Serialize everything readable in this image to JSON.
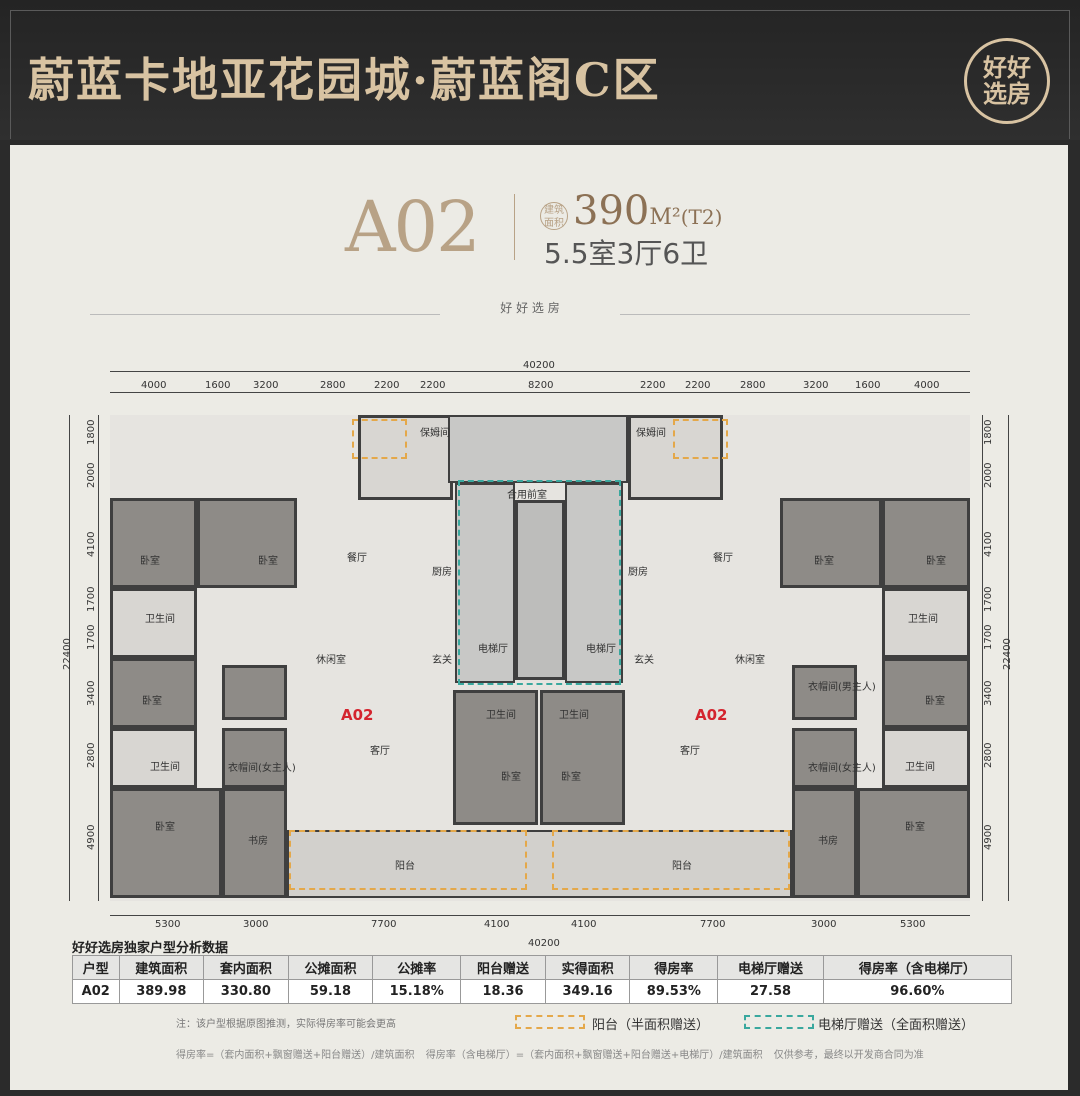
{
  "header": {
    "title": "蔚蓝卡地亚花园城·蔚蓝阁C区",
    "brand_top": "好好",
    "brand_bottom": "选房"
  },
  "unit": {
    "code": "A02",
    "area_label": "建筑面积",
    "area": "390",
    "area_unit": "M²",
    "area_type": "(T2)",
    "layout": "5.5室3厅6卫"
  },
  "panel": {
    "brand_line": "好 好 选 房"
  },
  "plan": {
    "tag_left": "A02",
    "tag_right": "A02",
    "dims_top_total": "40200",
    "dims_top": [
      "4000",
      "1600",
      "3200",
      "2800",
      "2200",
      "2200",
      "8200",
      "2200",
      "2200",
      "2800",
      "3200",
      "1600",
      "4000"
    ],
    "dims_bottom_total": "40200",
    "dims_bottom": [
      "5300",
      "3000",
      "7700",
      "4100",
      "4100",
      "7700",
      "3000",
      "5300"
    ],
    "dims_left_total": "22400",
    "dims_left": [
      "1800",
      "2000",
      "4100",
      "1700",
      "1700",
      "3400",
      "2800",
      "4900"
    ],
    "dims_right_total": "22400",
    "dims_right": [
      "1800",
      "2000",
      "4100",
      "1700",
      "1700",
      "3400",
      "2800",
      "4900"
    ],
    "room_labels": {
      "living_room": "客厅",
      "dining": "餐厅",
      "kitchen": "厨房",
      "bedroom": "卧室",
      "study": "书房",
      "balcony": "阳台",
      "elevator_hall": "电梯厅",
      "leisure": "休闲室",
      "foyer": "玄关",
      "bathroom": "卫生间",
      "wardrobe_male": "衣帽间(男主人)",
      "wardrobe_female": "衣帽间(女主人)",
      "nanny": "保姆间",
      "corridor": "合用前室"
    }
  },
  "table": {
    "title": "好好选房独家户型分析数据",
    "headers": [
      "户型",
      "建筑面积",
      "套内面积",
      "公摊面积",
      "公摊率",
      "阳台赠送",
      "实得面积",
      "得房率",
      "电梯厅赠送",
      "得房率（含电梯厅）"
    ],
    "row": [
      "A02",
      "389.98",
      "330.80",
      "59.18",
      "15.18%",
      "18.36",
      "349.16",
      "89.53%",
      "27.58",
      "96.60%"
    ]
  },
  "notes": {
    "note": "注：该户型根据原图推测，实际得房率可能会更高",
    "legend_balcony": "阳台（半面积赠送）",
    "legend_elevator": "电梯厅赠送（全面积赠送）",
    "formula1": "得房率=（套内面积+飘窗赠送+阳台赠送）/建筑面积",
    "formula2": "得房率（含电梯厅）=（套内面积+飘窗赠送+阳台赠送+电梯厅）/建筑面积",
    "formula3": "仅供参考，最终以开发商合同为准"
  },
  "colors": {
    "gold": "#d8c3a2",
    "orange_dash": "#e4a84a",
    "green_dash": "#39a89e",
    "red_tag": "#d4242e"
  }
}
